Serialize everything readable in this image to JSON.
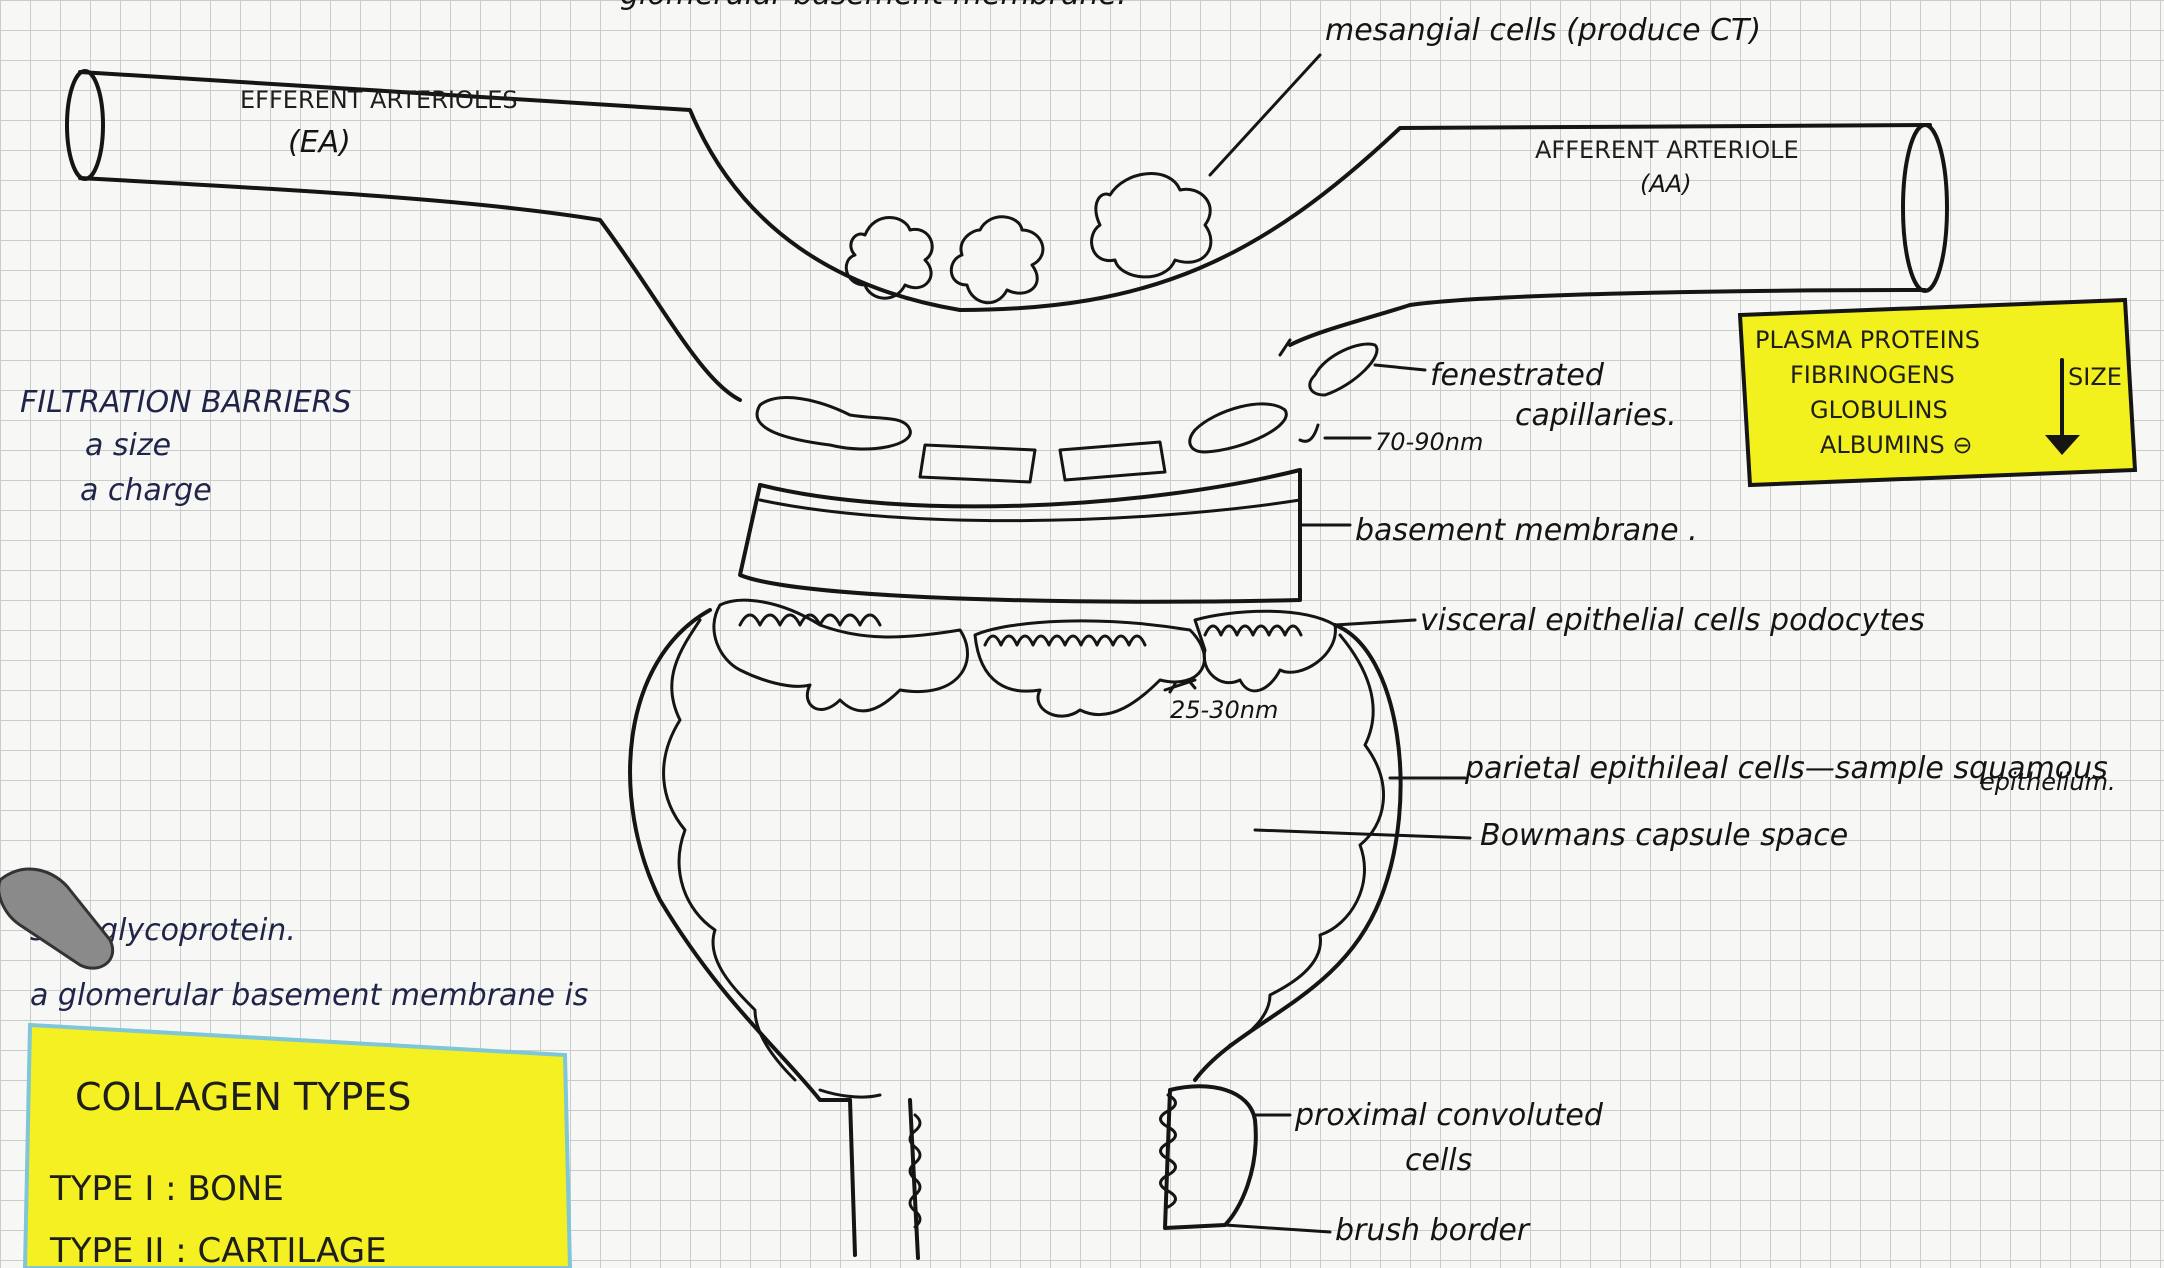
{
  "top_partial": "glomerular basement membrane.",
  "labels": {
    "efferent_line1": "EFFERENT ARTERIOLES",
    "efferent_line2": "(EA)",
    "afferent_line1": "AFFERENT ARTERIOLE",
    "afferent_line2": "(AA)",
    "mesangial": "mesangial cells (produce CT)",
    "fenestrated_line1": "fenestrated",
    "fenestrated_line2": "capillaries.",
    "size_70_90": "70-90nm",
    "basement": "basement membrane .",
    "visceral": "visceral epithelial cells podocytes",
    "size_25_30": "25-30nm",
    "parietal": "parietal epithileal cells—sample squamous",
    "parietal_cont": "epithelium.",
    "bowmans": "Bowmans capsule space",
    "pct_line1": "proximal convoluted",
    "pct_line2": "cells",
    "brush": "brush border"
  },
  "filtration": {
    "title": "FILTRATION BARRIERS",
    "item1": "a size",
    "item2": "a charge"
  },
  "notes": {
    "line1": "sialoglycoprotein.",
    "line2": "a glomerular basement membrane is"
  },
  "plasma_box": {
    "title": "PLASMA PROTEINS",
    "items": [
      "FIBRINOGENS",
      "GLOBULINS",
      "ALBUMINS ⊖"
    ],
    "size_label": "SIZE",
    "color": "#f2f01d"
  },
  "collagen_box": {
    "title": "COLLAGEN TYPES",
    "type1": "TYPE I : BONE",
    "type2": "TYPE II : CARTILAGE",
    "color": "#f4f021"
  }
}
